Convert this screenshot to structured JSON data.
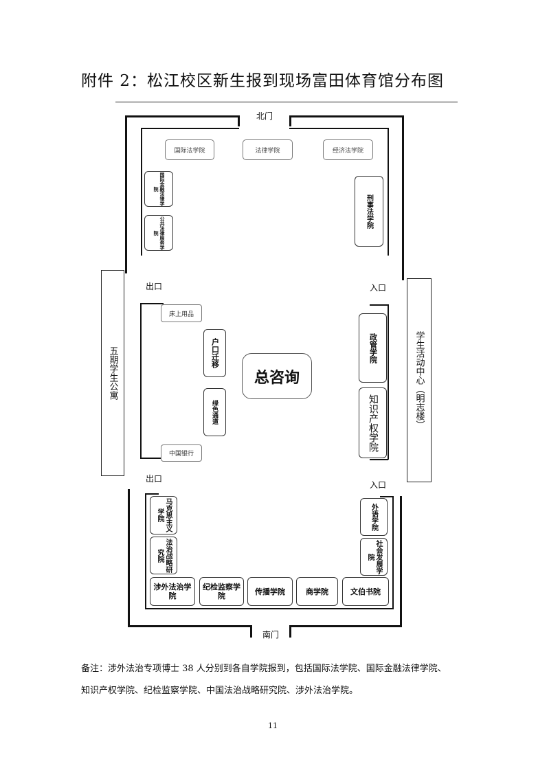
{
  "title": "附件 2：松江校区新生报到现场富田体育馆分布图",
  "labels": {
    "north_gate": "北门",
    "south_gate": "南门",
    "exit_top": "出口",
    "exit_bottom": "出口",
    "entrance_top": "入口",
    "entrance_bottom": "入口",
    "dorm": "五期学生公寓",
    "activity_center": "学生活动中心（明志楼）",
    "center": "总咨询"
  },
  "top_row": [
    "国际法学院",
    "法律学院",
    "经济法学院"
  ],
  "left_upper": [
    "国际金融法律学院",
    "公共法律服务学院"
  ],
  "right_upper": "刑事法学院",
  "middle_left": {
    "bedding": "床上用品",
    "hukou": "户口迁移",
    "green": "绿色通道",
    "bank": "中国银行"
  },
  "middle_right": {
    "politics": "政管学院",
    "ip": "知识产权学院"
  },
  "bottom_left": [
    "马克思主义学院",
    "法治战略研究院"
  ],
  "bottom_right": [
    "外语学院",
    "社会发展学院"
  ],
  "bottom_row": [
    "涉外法治学院",
    "纪检监察学院",
    "传播学院",
    "商学院",
    "文伯书院"
  ],
  "note_line1": "备注：涉外法治专项博士 38 人分别到各自学院报到，包括国际法学院、国际金融法律学院、",
  "note_line2": "知识产权学院、纪检监察学院、中国法治战略研究院、涉外法治学院。",
  "page_number": "11"
}
